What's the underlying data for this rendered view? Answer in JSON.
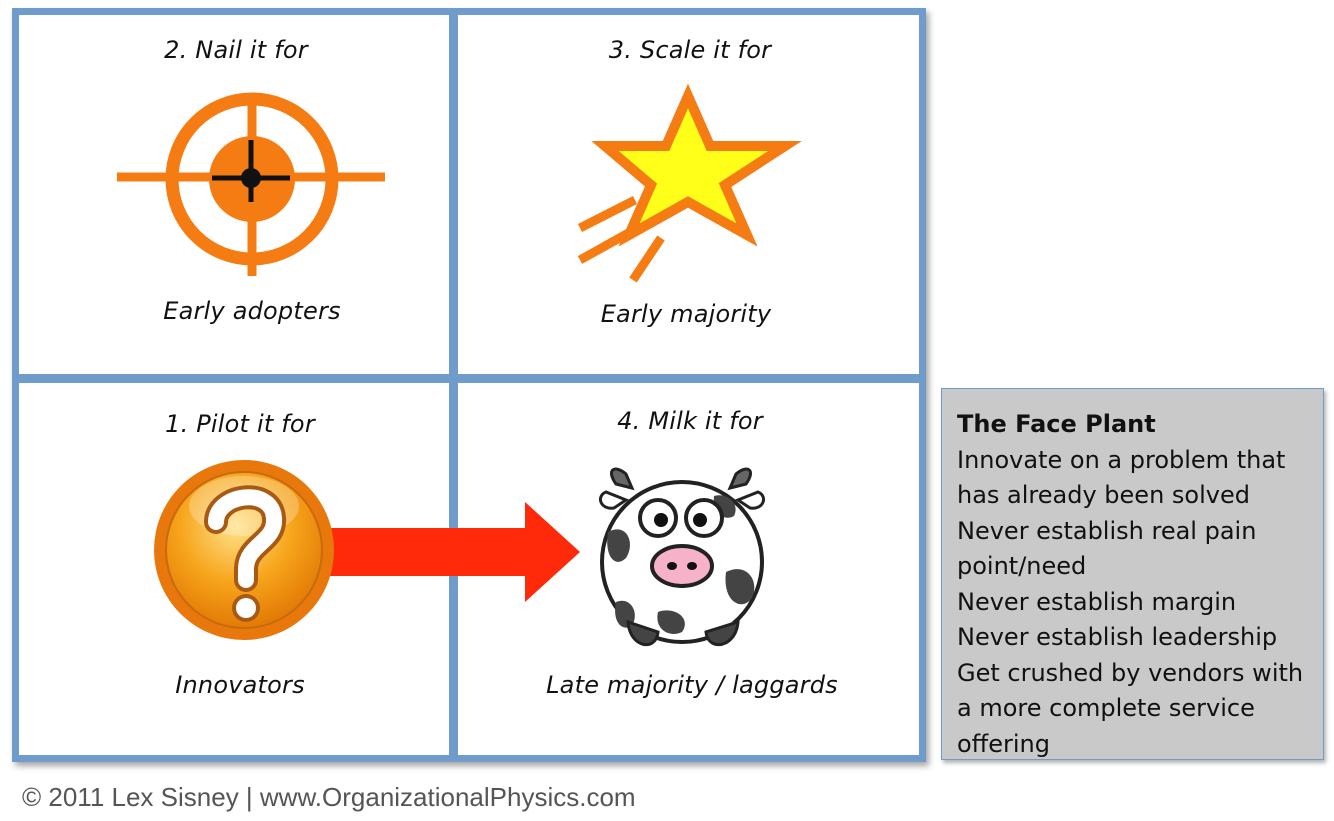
{
  "quadrants": {
    "q2": {
      "heading": "2. Nail it for",
      "caption": "Early adopters",
      "icon": "target-icon"
    },
    "q3": {
      "heading": "3. Scale it for",
      "caption": "Early majority",
      "icon": "shooting-star-icon"
    },
    "q1": {
      "heading": "1. Pilot it for",
      "caption": "Innovators",
      "icon": "question-mark-icon"
    },
    "q4": {
      "heading": "4. Milk it for",
      "caption": "Late majority / laggards",
      "icon": "cow-icon"
    }
  },
  "face_plant": {
    "title": "The Face Plant",
    "lines": [
      "Innovate on a problem that",
      "has already been solved",
      "Never establish real pain",
      "point/need",
      "Never establish margin",
      "Never establish leadership",
      "Get crushed by vendors with",
      "a more complete service",
      "offering"
    ]
  },
  "footer": "© 2011 Lex Sisney | www.OrganizationalPhysics.com",
  "colors": {
    "grid_border": "#6f9ccb",
    "orange": "#f57c12",
    "arrow_red": "#ff2a0a",
    "star_yellow": "#ffff1a",
    "box_gray": "#c9c9c9"
  }
}
